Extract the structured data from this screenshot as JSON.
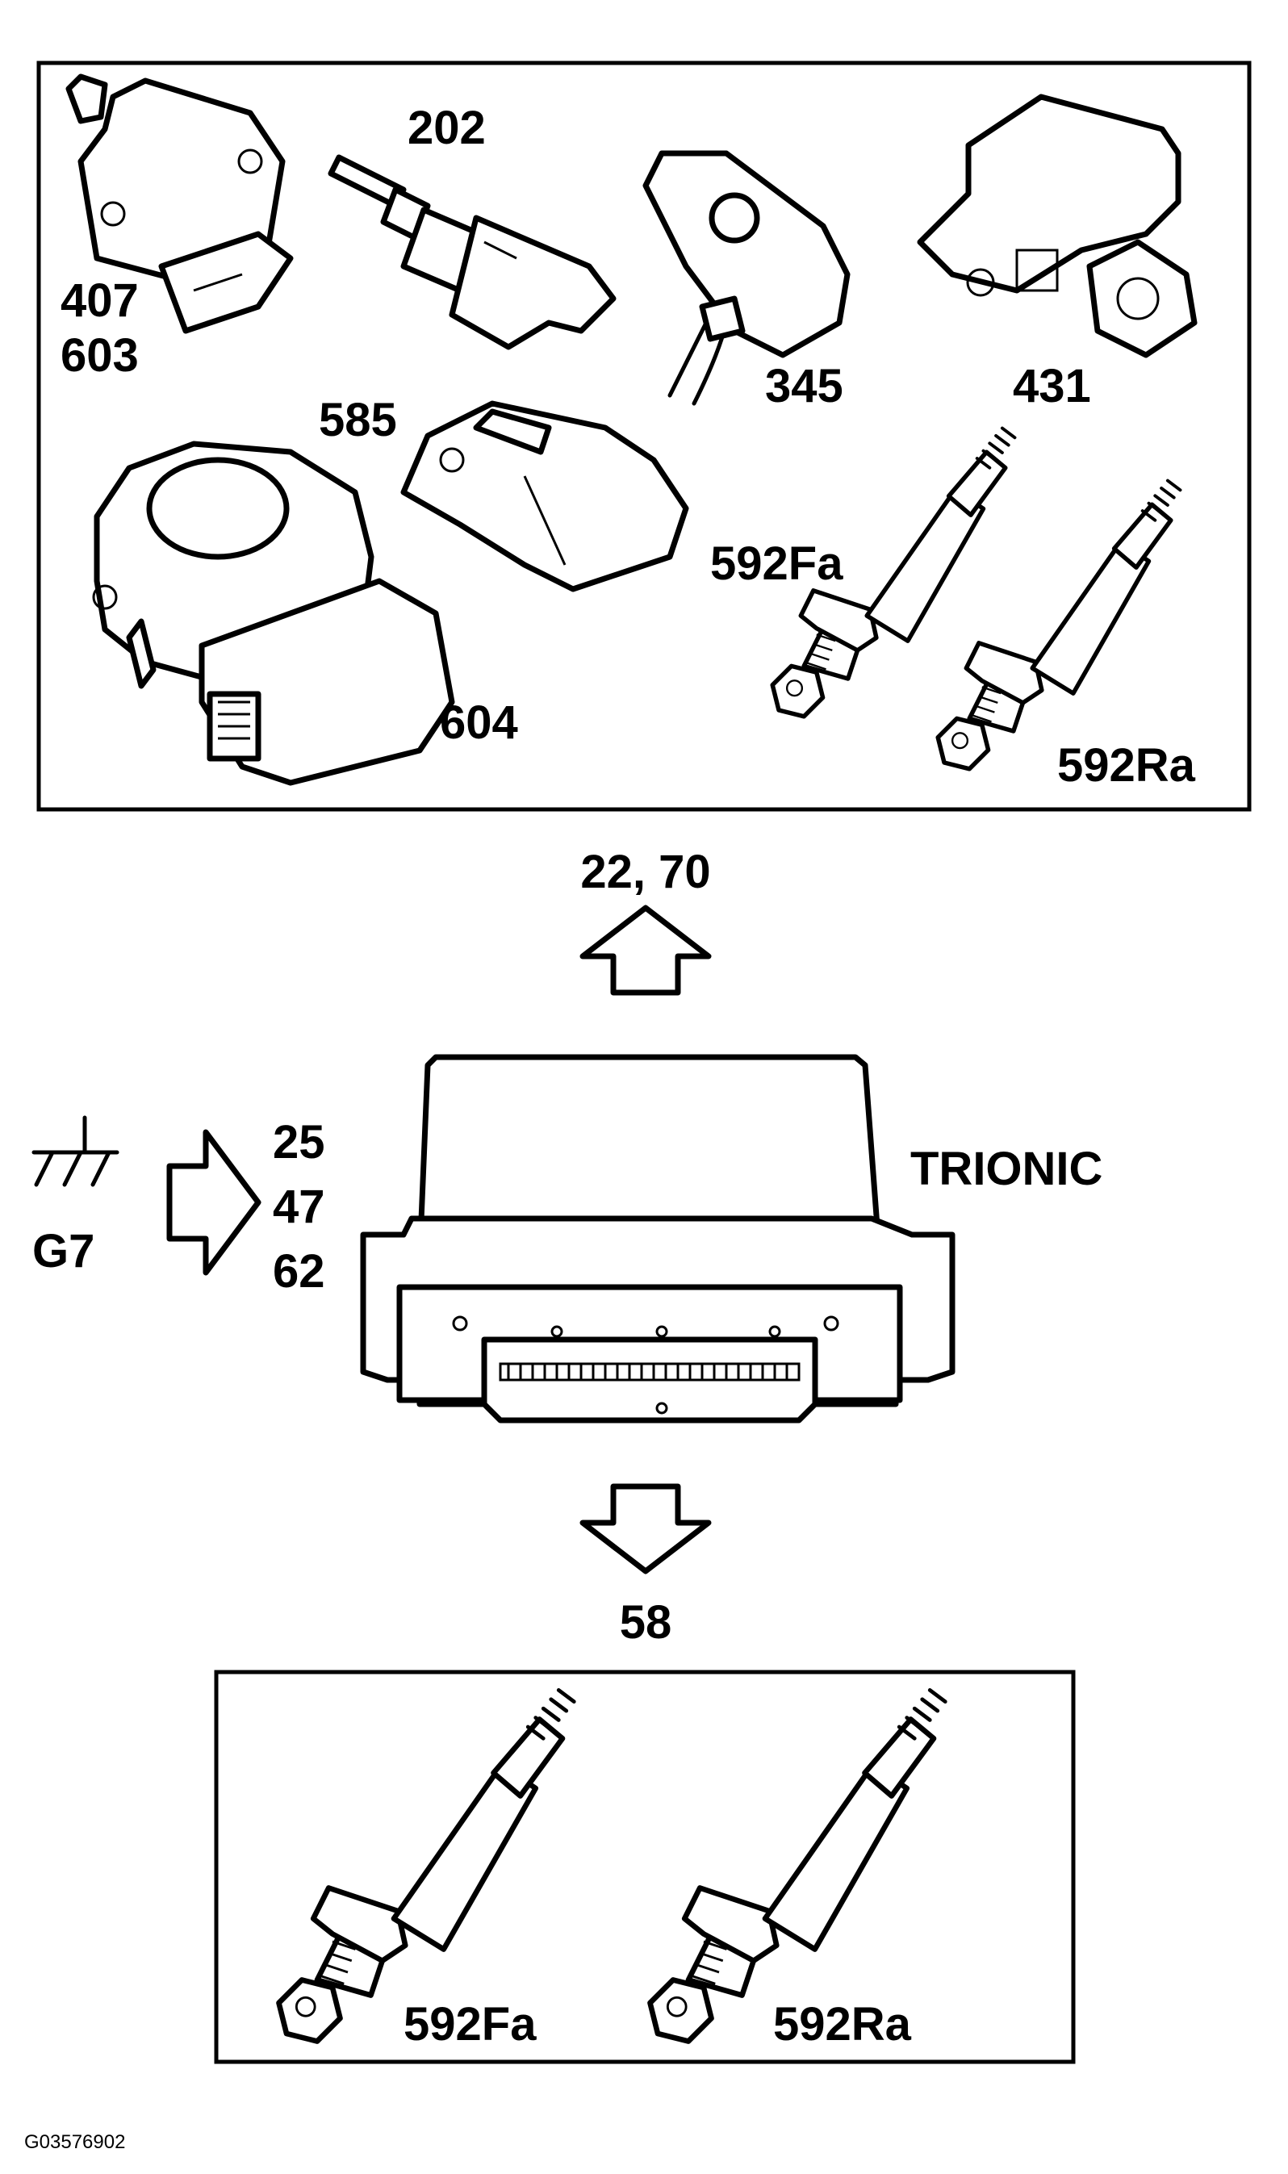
{
  "components_top": {
    "label_407": "407",
    "label_603": "603",
    "label_202": "202",
    "label_345": "345",
    "label_431": "431",
    "label_585": "585",
    "label_592fa": "592Fa",
    "label_604": "604",
    "label_592ra": "592Ra"
  },
  "output_arrow_top": {
    "label": "22, 70"
  },
  "ground": {
    "label": "G7"
  },
  "input_arrow": {
    "labels": [
      "25",
      "47",
      "62"
    ]
  },
  "ecu": {
    "label": "TRIONIC"
  },
  "output_arrow_bottom": {
    "label": "58"
  },
  "components_bottom": {
    "label_592fa": "592Fa",
    "label_592ra": "592Ra"
  },
  "figure_id": "G03576902"
}
